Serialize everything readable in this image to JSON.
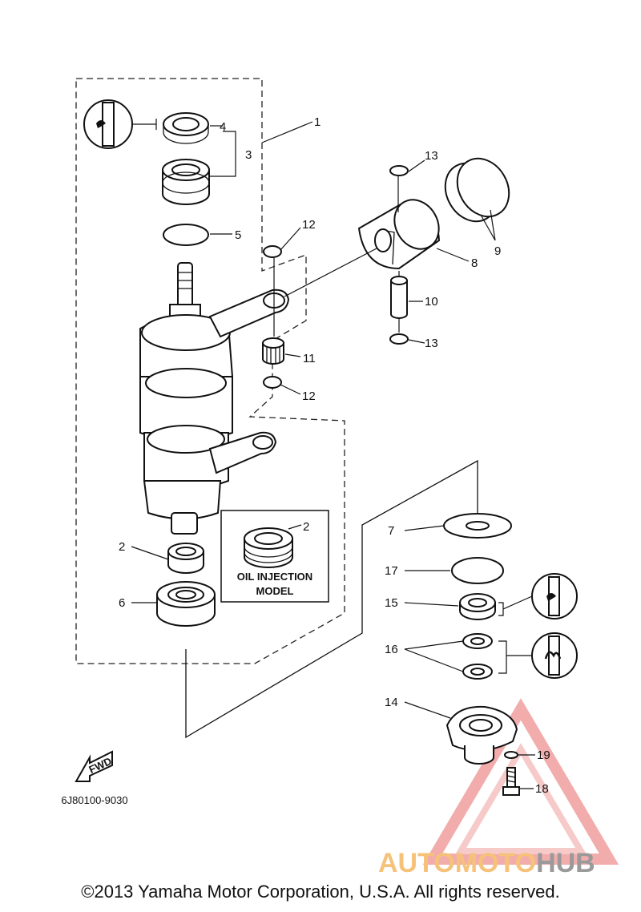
{
  "callouts": {
    "c1": "1",
    "c2a": "2",
    "c2b": "2",
    "c3": "3",
    "c4": "4",
    "c5": "5",
    "c6": "6",
    "c7": "7",
    "c8": "8",
    "c9": "9",
    "c10": "10",
    "c11": "11",
    "c12a": "12",
    "c12b": "12",
    "c13a": "13",
    "c13b": "13",
    "c14": "14",
    "c15": "15",
    "c16": "16",
    "c17": "17",
    "c18": "18",
    "c19": "19"
  },
  "inset": {
    "line1": "OIL INJECTION",
    "line2": "MODEL"
  },
  "fwd_label": "FWD",
  "diagram_code": "6J80100-9030",
  "watermark": {
    "part1": "AUTOMOTO",
    "part2": "HUB",
    "color1": "#f6c27a",
    "color2": "#9a9a9a"
  },
  "copyright": "©2013 Yamaha Motor Corporation, U.S.A. All rights reserved."
}
